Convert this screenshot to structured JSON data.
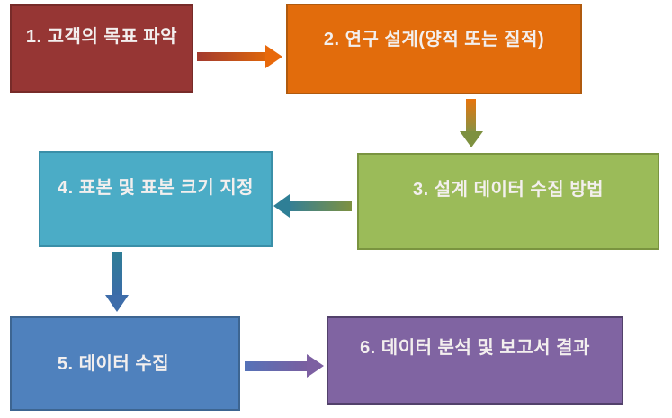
{
  "diagram": {
    "background": "#ffffff",
    "text_color": "#f3efee",
    "boxes": [
      {
        "step": 1,
        "label": "1. 고객의 목표 파악",
        "fill": "#963634",
        "border": "#772b29"
      },
      {
        "step": 2,
        "label": "2. 연구 설계(양적 또는 질적)",
        "fill": "#e26c0c",
        "border": "#b05a0e"
      },
      {
        "step": 3,
        "label": "3. 설계 데이터 수집 방법",
        "fill": "#9bbb59",
        "border": "#7a9440"
      },
      {
        "step": 4,
        "label": "4. 표본 및 표본 크기 지정",
        "fill": "#4bacc6",
        "border": "#3a8fa8"
      },
      {
        "step": 5,
        "label": "5. 데이터 수집",
        "fill": "#4f81bd",
        "border": "#3d6591"
      },
      {
        "step": 6,
        "label": "6. 데이터 분석 및 보고서 결과",
        "fill": "#8064a2",
        "border": "#52416b"
      }
    ],
    "arrows": [
      {
        "from": 1,
        "to": 2,
        "direction": "right",
        "color_start": "#a23a2f",
        "color_end": "#e8690b"
      },
      {
        "from": 2,
        "to": 3,
        "direction": "down",
        "color_start": "#e8740c",
        "color_end": "#7e9140"
      },
      {
        "from": 3,
        "to": 4,
        "direction": "left",
        "color_start": "#7e9140",
        "color_end": "#2f7f96"
      },
      {
        "from": 4,
        "to": 5,
        "direction": "down",
        "color_start": "#2e7e96",
        "color_end": "#3e6daa"
      },
      {
        "from": 5,
        "to": 6,
        "direction": "right",
        "color_start": "#5572b8",
        "color_end": "#7d60a2"
      }
    ]
  }
}
